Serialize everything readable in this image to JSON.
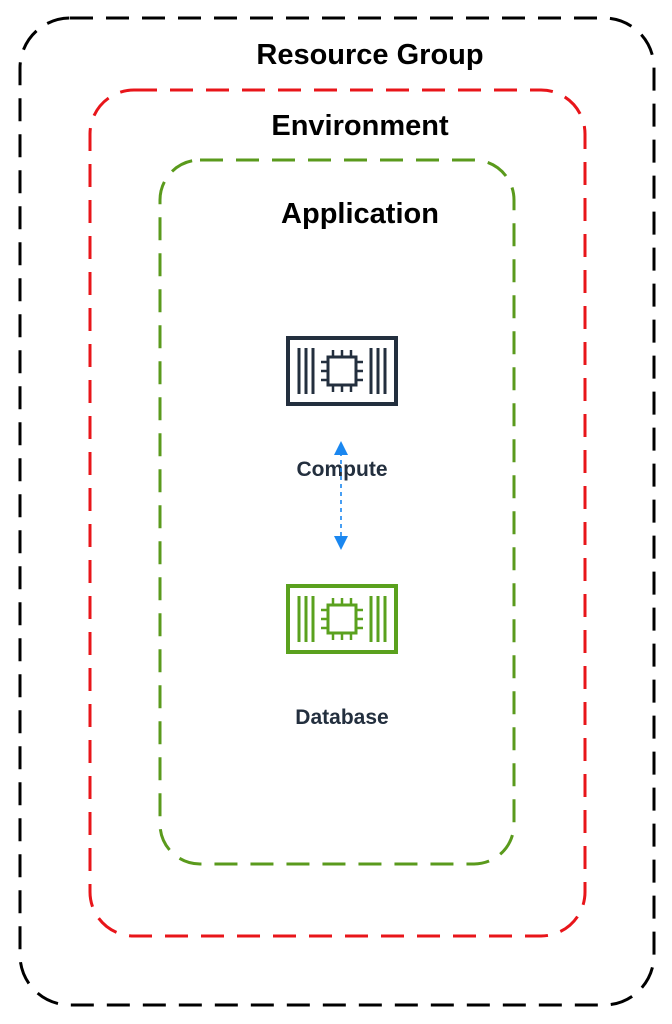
{
  "colors": {
    "background": "#ffffff",
    "resource_group_border": "#000000",
    "environment_border": "#e8151a",
    "application_border": "#5a9a1c",
    "compute_icon": "#232f3e",
    "database_icon": "#5aa11e",
    "connector": "#1a87f0",
    "node_label": "#232f3e"
  },
  "resource_group": {
    "title": "Resource Group"
  },
  "environment": {
    "title": "Environment"
  },
  "application": {
    "title": "Application"
  },
  "nodes": {
    "compute": {
      "label": "Compute",
      "icon": "chip-instance-icon"
    },
    "database": {
      "label": "Database",
      "icon": "chip-instance-icon"
    }
  },
  "connector": {
    "style": "dashed",
    "direction": "bidirectional"
  }
}
